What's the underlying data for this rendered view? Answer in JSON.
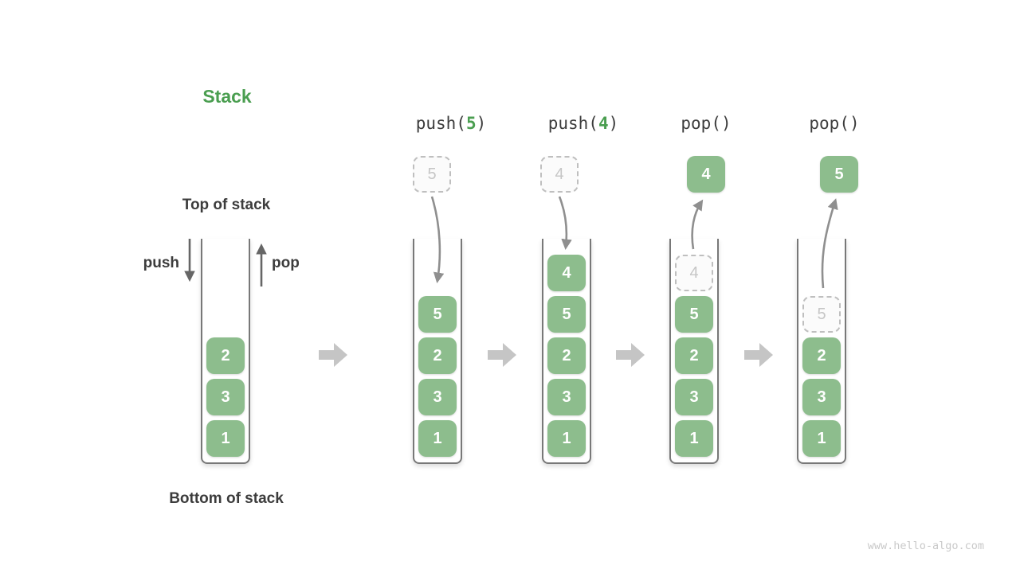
{
  "title": "Stack",
  "labels": {
    "top": "Top of stack",
    "bottom": "Bottom of stack",
    "push": "push",
    "pop": "pop"
  },
  "operations": [
    {
      "prefix": "push(",
      "arg": "5",
      "suffix": ")"
    },
    {
      "prefix": "push(",
      "arg": "4",
      "suffix": ")"
    },
    {
      "prefix": "pop()",
      "arg": "",
      "suffix": ""
    },
    {
      "prefix": "pop()",
      "arg": "",
      "suffix": ""
    }
  ],
  "floating_boxes": [
    {
      "value": "5",
      "style": "dashed"
    },
    {
      "value": "4",
      "style": "dashed"
    },
    {
      "value": "4",
      "style": "solid"
    },
    {
      "value": "5",
      "style": "solid"
    }
  ],
  "stacks": [
    {
      "name": "initial-stack",
      "items": [
        {
          "value": "2",
          "row": 2,
          "style": "solid"
        },
        {
          "value": "3",
          "row": 3,
          "style": "solid"
        },
        {
          "value": "1",
          "row": 4,
          "style": "solid"
        }
      ]
    },
    {
      "name": "stack-after-push-5",
      "items": [
        {
          "value": "5",
          "row": 1,
          "style": "solid"
        },
        {
          "value": "2",
          "row": 2,
          "style": "solid"
        },
        {
          "value": "3",
          "row": 3,
          "style": "solid"
        },
        {
          "value": "1",
          "row": 4,
          "style": "solid"
        }
      ]
    },
    {
      "name": "stack-after-push-4",
      "items": [
        {
          "value": "4",
          "row": 0,
          "style": "solid"
        },
        {
          "value": "5",
          "row": 1,
          "style": "solid"
        },
        {
          "value": "2",
          "row": 2,
          "style": "solid"
        },
        {
          "value": "3",
          "row": 3,
          "style": "solid"
        },
        {
          "value": "1",
          "row": 4,
          "style": "solid"
        }
      ]
    },
    {
      "name": "stack-after-pop-4",
      "items": [
        {
          "value": "4",
          "row": 0,
          "style": "dashed"
        },
        {
          "value": "5",
          "row": 1,
          "style": "solid"
        },
        {
          "value": "2",
          "row": 2,
          "style": "solid"
        },
        {
          "value": "3",
          "row": 3,
          "style": "solid"
        },
        {
          "value": "1",
          "row": 4,
          "style": "solid"
        }
      ]
    },
    {
      "name": "stack-after-pop-5",
      "items": [
        {
          "value": "5",
          "row": 1,
          "style": "dashed"
        },
        {
          "value": "2",
          "row": 2,
          "style": "solid"
        },
        {
          "value": "3",
          "row": 3,
          "style": "solid"
        },
        {
          "value": "1",
          "row": 4,
          "style": "solid"
        }
      ]
    }
  ],
  "watermark": "www.hello-algo.com",
  "colors": {
    "accent_green": "#4a9e50",
    "box_green": "#8dbd8d",
    "text_dark": "#3c3c3c",
    "dashed_gray": "#bfbfbf",
    "arrow_dark": "#666666",
    "arrow_gray": "#8f8f8f",
    "block_arrow_gray": "#c5c5c5"
  }
}
